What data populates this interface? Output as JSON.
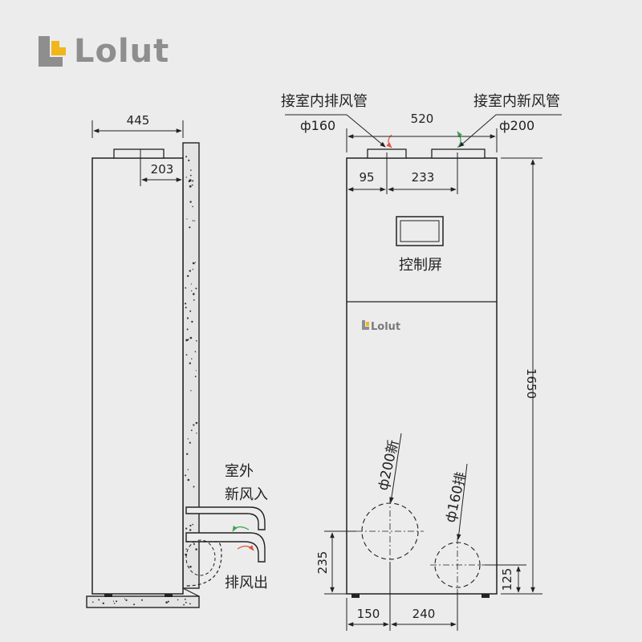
{
  "brand": {
    "name": "Lolut",
    "colors": {
      "yellow": "#f2b61a",
      "gray": "#8e8e8e"
    }
  },
  "side_view": {
    "dims": {
      "depth": "445",
      "duct_offset": "203"
    },
    "labels": {
      "outdoor_fresh_in_line1": "室外",
      "outdoor_fresh_in_line2": "新风入",
      "exhaust_out": "排风出"
    }
  },
  "front_view": {
    "dims": {
      "top_width": "520",
      "left_port_offset": "95",
      "port_spacing": "233",
      "height": "1650",
      "bottom_port_height": "235",
      "bottom_right_port_height": "125",
      "bottom_left_offset": "150",
      "bottom_spacing": "240"
    },
    "labels": {
      "indoor_exhaust_pipe": "接室内排风管",
      "indoor_fresh_pipe": "接室内新风管",
      "left_pipe_diameter": "ф160",
      "right_pipe_diameter": "ф200",
      "control_screen": "控制屏",
      "bottom_fresh_port": "ф200新",
      "bottom_exhaust_port": "ф160排"
    }
  }
}
